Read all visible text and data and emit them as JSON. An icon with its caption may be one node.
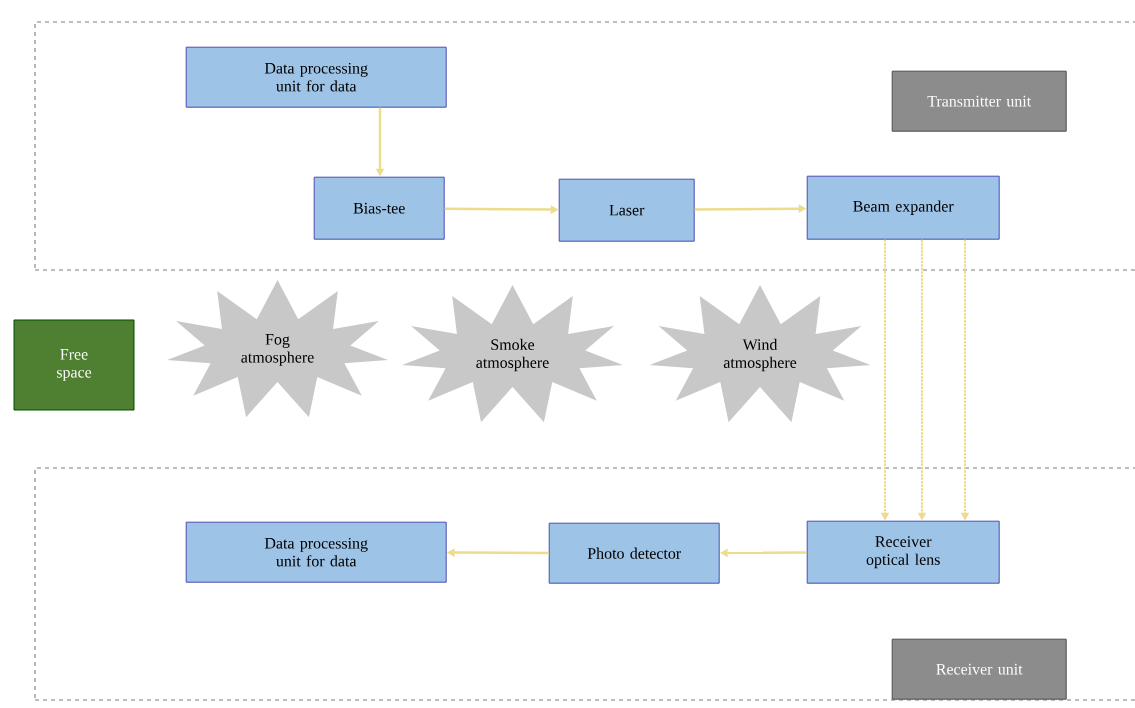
{
  "diagram": {
    "nodes": [
      {
        "text": [],
        "shape": "box"
      },
      {
        "text": [
          "Data processing unit for data"
        ],
        "in": 0
      },
      {
        "text": [
          "Transmitter unit"
        ],
        "in": 0
      },
      {
        "text": [
          "Bias-tee"
        ],
        "in": 0
      },
      {
        "text": [
          "Laser"
        ],
        "in": 0
      },
      {
        "text": [
          "Beam expander"
        ],
        "in": 0
      },
      {
        "text": [
          "Free space"
        ]
      },
      {
        "text": [
          "Fog atmosphere"
        ]
      },
      {
        "text": [
          "Smoke atmosphere"
        ]
      },
      {
        "text": [
          "Wind atmosphere"
        ]
      },
      {
        "text": [],
        "shape": "box"
      },
      {
        "text": [
          "Data processing unit for data"
        ],
        "in": 10
      },
      {
        "text": [
          "Photo detector"
        ],
        "in": 10
      },
      {
        "text": [
          "Receiver optical lens"
        ],
        "in": 10
      },
      {
        "text": [
          "Receiver unit"
        ],
        "in": 10
      }
    ],
    "edges": [
      {
        "from": 1,
        "to": 3,
        "arrow": "to"
      },
      {
        "from": 3,
        "to": 4,
        "arrow": "to"
      },
      {
        "from": 4,
        "to": 5,
        "arrow": "to"
      },
      {
        "from": 5,
        "to": 13,
        "arrow": "to",
        "style": "dashed"
      },
      {
        "from": 5,
        "to": 13,
        "arrow": "to",
        "style": "dashed"
      },
      {
        "from": 5,
        "to": 13,
        "arrow": "to",
        "style": "dashed"
      },
      {
        "from": 13,
        "to": 12,
        "arrow": "to"
      },
      {
        "from": 12,
        "to": 11,
        "arrow": "to"
      }
    ]
  }
}
